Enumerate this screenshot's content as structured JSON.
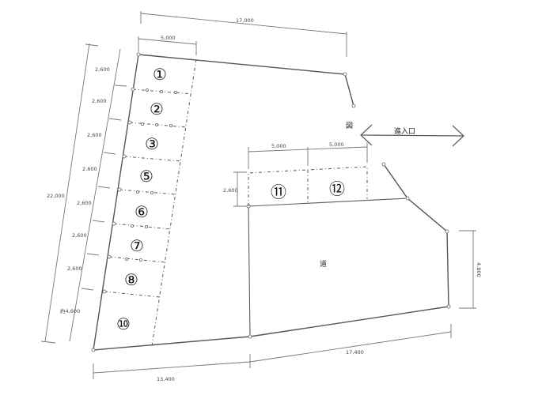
{
  "dimensions": {
    "top_total": "17,000",
    "top_space": "5,000",
    "left_total": "22,000",
    "left_spaces": [
      "2,600",
      "2,600",
      "2,600",
      "2,600",
      "2,600",
      "2,600",
      "2,600"
    ],
    "left_last": "約4,600",
    "right_space_a": "5,000",
    "right_space_b": "5,000",
    "right_depth": "2,600",
    "right_side": "4,800",
    "bottom_left": "13,400",
    "bottom_right": "17,400"
  },
  "spaces": {
    "s1": "①",
    "s2": "②",
    "s3": "③",
    "s5": "⑤",
    "s6": "⑥",
    "s7": "⑦",
    "s8": "⑧",
    "s10": "⑩",
    "s11": "⑪",
    "s12": "⑫"
  },
  "labels": {
    "entrance": "進入口",
    "road": "道",
    "marker": "図"
  }
}
